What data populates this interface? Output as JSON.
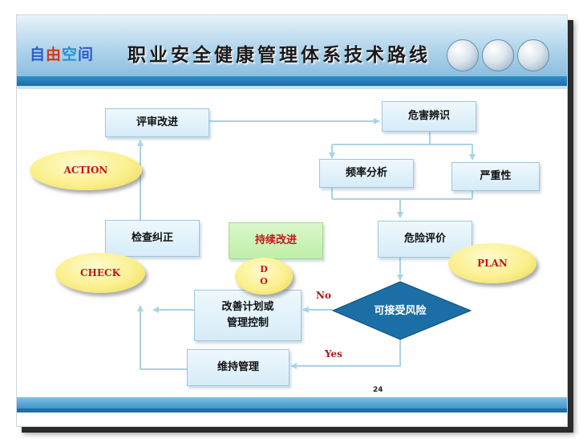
{
  "header": {
    "logo_chars": [
      "自",
      "由",
      "空",
      "间"
    ],
    "logo_colors": [
      "#2a5fc9",
      "#d23a1a",
      "#2a8fd6",
      "#2a5fc9"
    ],
    "title": "职业安全健康管理体系技术路线"
  },
  "nodes": {
    "review": "评审改进",
    "hazard": "危害辨识",
    "frequency": "频率分析",
    "severity": "严重性",
    "check_correct": "检查纠正",
    "continuous": "持续改进",
    "risk_eval": "危险评价",
    "improve_plan_line1": "改善计划或",
    "improve_plan_line2": "管理控制",
    "acceptable_risk": "可接受风险",
    "maintain": "维持管理"
  },
  "cycle": {
    "action": "ACTION",
    "check": "CHECK",
    "do": "DO",
    "plan": "PLAN"
  },
  "edges": {
    "no": "No",
    "yes": "Yes"
  },
  "footer": {
    "page_number": "24"
  },
  "colors": {
    "connector": "#a9d3e6",
    "diamond": "#1c6fa6",
    "ellipse": "#fbf08f",
    "accent_red": "#c81414"
  }
}
